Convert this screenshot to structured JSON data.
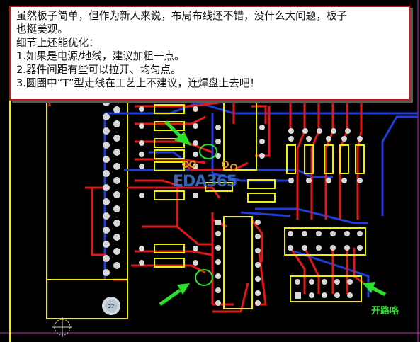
{
  "annotation": {
    "lines": [
      "虽然板子简单，但作为新人来说，布局布线还不错，没什么大问题，板子",
      "也挺美观。",
      "细节上还能优化：",
      "1.如果是电源/地线，建议加粗一点。",
      "2.器件间距有些可以拉开、均匀点。",
      "3.圆圈中“T”型走线在工艺上不建议，连焊盘上去吧！"
    ]
  },
  "callouts": {
    "open_circuit_label": "开路咯"
  },
  "pcb": {
    "component_label": "27",
    "watermark": "EDA365"
  },
  "colors": {
    "background": "#000000",
    "top_trace": "#e01818",
    "bottom_trace": "#1e3ed8",
    "silkscreen": "#f0f000",
    "pad": "#d8d8d8",
    "callout": "#2ee02e",
    "note_border": "#c01818"
  }
}
